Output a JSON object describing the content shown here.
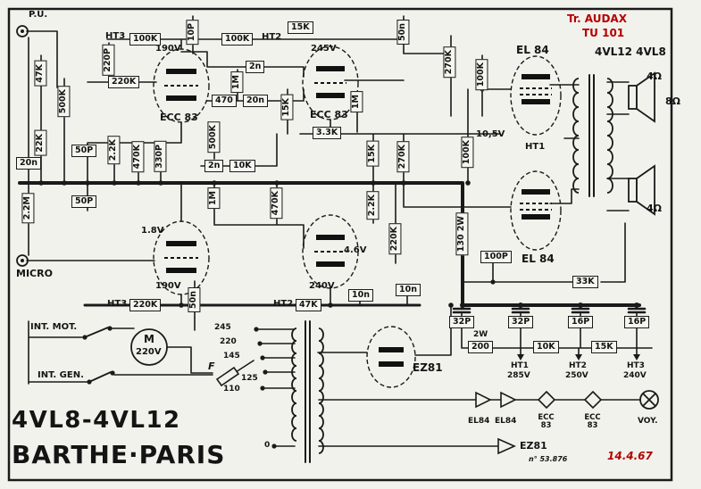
{
  "branding": {
    "model": "4VL8-4VL12",
    "brand": "BARTHE·PARIS",
    "ref": "n° 53.876",
    "date": "14.4.67"
  },
  "header": {
    "transformer_brand": "Tr. AUDAX",
    "transformer_model": "TU 101",
    "output_tubes": "4VL12 4VL8"
  },
  "io": {
    "pu": "P.U.",
    "micro": "MICRO",
    "sp4_top": "4Ω",
    "sp8": "8Ω",
    "sp4_bot": "4Ω"
  },
  "tubes": {
    "ecc83_a": "ECC 83",
    "ecc83_b": "ECC 83",
    "el84_a": "EL 84",
    "el84_b": "EL 84",
    "ez81": "EZ81",
    "ez81_heater": "EZ81"
  },
  "rails": {
    "ht1": "HT1",
    "ht2_top": "HT2",
    "ht3_top": "HT3",
    "ht2_bot": "HT2",
    "ht3_bot": "HT3",
    "ht1_out": "HT1",
    "ht1_v": "285V",
    "ht2_out": "HT2",
    "ht2_v": "250V",
    "ht3_out": "HT3",
    "ht3_v": "240V"
  },
  "voltages": {
    "v245": "245V",
    "v190_a": "190V",
    "v190_b": "190V",
    "v240": "240V",
    "v1_8": "1.8V",
    "v4_6": "4.6V",
    "v10_5": "10,5V"
  },
  "components": {
    "r47k_in": "47K",
    "pot500k_a": "500K",
    "c220p": "220P",
    "r220k_a": "220K",
    "r100k_a": "100K",
    "c10p": "10P",
    "r100k_b": "100K",
    "r15k_a": "15K",
    "c2n_a": "2n",
    "r1m_a": "1M",
    "r470": "470",
    "c20n_a": "20n",
    "r15k_b": "15K",
    "c50n_a": "50n",
    "r270k_a": "270K",
    "r100k_c": "100K",
    "r22k": "22K",
    "c50p_a": "50P",
    "r2k2_a": "2.2K",
    "r470k_a": "470K",
    "c330p": "330P",
    "c20n_b": "20n",
    "r2m2": "2.2M",
    "c50p_b": "50P",
    "pot500k_b": "500K",
    "c2n_b": "2n",
    "r10k_a": "10K",
    "r1m_b": "1M",
    "r1m_c": "1M",
    "r3k3": "3.3K",
    "r15k_c": "15K",
    "r270k_b": "270K",
    "r100k_d": "100K",
    "r470k_b": "470K",
    "r2k2_b": "2.2K",
    "r220k_b": "220K",
    "r47k_b": "47K",
    "c10n_a": "10n",
    "c10n_b": "10n",
    "c50n_b": "50n",
    "r220k_c": "220K",
    "r130": "130 2W",
    "c100p": "100P",
    "r33k": "33K",
    "c32p_a": "32P",
    "c32p_b": "32P",
    "c16p_a": "16P",
    "c16p_b": "16P",
    "r200": "200",
    "r200_w": "2W",
    "r10k_b": "10K",
    "r15k_d": "15K"
  },
  "power": {
    "int_mot": "INT. MOT.",
    "int_gen": "INT. GEN.",
    "motor": "M",
    "motor_v": "220V",
    "fuse": "F",
    "taps": [
      "245",
      "220",
      "145",
      "125",
      "110",
      "0"
    ]
  },
  "heaters": {
    "el84_1": "EL84",
    "el84_2": "EL84",
    "ecc_1": "ECC 83",
    "ecc_2": "ECC 83",
    "voy": "VOY."
  }
}
